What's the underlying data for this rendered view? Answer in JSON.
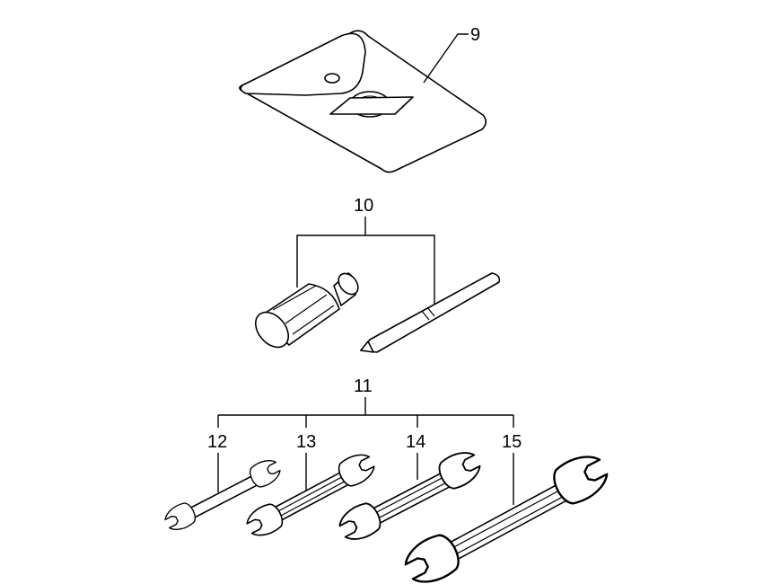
{
  "callouts": {
    "bag": "9",
    "screwdriver_set": "10",
    "wrench_set": "11",
    "wrench_a": "12",
    "wrench_b": "13",
    "wrench_c": "14",
    "wrench_d": "15"
  }
}
